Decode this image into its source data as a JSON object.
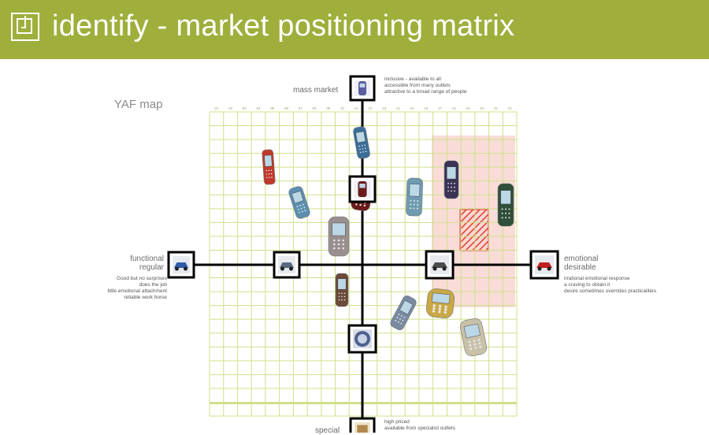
{
  "header": {
    "title": "identify - market positioning matrix",
    "background": "#a0ae3c",
    "logo_icon": "document-corner-icon"
  },
  "map": {
    "title": "YAF map",
    "grid_color": "#cfe08a",
    "highlight_color": "#f7c9c4",
    "column_labels": [
      "01",
      "02",
      "03",
      "04",
      "05",
      "06",
      "07",
      "08",
      "09",
      "10",
      "11",
      "12",
      "13",
      "14",
      "15",
      "16",
      "17",
      "18",
      "19",
      "20",
      "21",
      "22"
    ],
    "axes": {
      "top": {
        "label": "mass market",
        "description": [
          "inclusive - available to all",
          "accessible from many outlets",
          "attractive to a broad range of people"
        ]
      },
      "bottom": {
        "label": "special",
        "description": [
          "high priced",
          "available from specialist outlets"
        ]
      },
      "left": {
        "label": [
          "functional",
          "regular"
        ],
        "description": [
          "Good but no surprises",
          "does the job",
          "little emotional attachment",
          "reliable work horse"
        ]
      },
      "right": {
        "label": [
          "emotional",
          "desirable"
        ],
        "description": [
          "irrational emotional response",
          "a craving to obtain it",
          "desire sometimes overrides practicalities"
        ]
      }
    },
    "items": [
      {
        "name": "phone-red-slim",
        "icon": "mobile-phone-icon",
        "color": "#c0392b"
      },
      {
        "name": "phone-blue-candybar",
        "icon": "mobile-phone-icon",
        "color": "#5b8fb0"
      },
      {
        "name": "phone-blue-tilted",
        "icon": "mobile-phone-icon",
        "color": "#3c6e9a"
      },
      {
        "name": "phone-dark-red-flip",
        "icon": "mobile-phone-icon",
        "color": "#6b1b1b"
      },
      {
        "name": "phone-silver-round",
        "icon": "mobile-phone-icon",
        "color": "#9a8f8f"
      },
      {
        "name": "phone-blue-silver",
        "icon": "mobile-phone-icon",
        "color": "#6f9bb0"
      },
      {
        "name": "phone-purple-black",
        "icon": "mobile-phone-icon",
        "color": "#3a3355"
      },
      {
        "name": "phone-green-slider",
        "icon": "mobile-phone-icon",
        "color": "#2f4f3a"
      },
      {
        "name": "phone-brown-flip",
        "icon": "mobile-phone-icon",
        "color": "#6b4a3a"
      },
      {
        "name": "phone-silver-tilted",
        "icon": "mobile-phone-icon",
        "color": "#7a8aa0"
      },
      {
        "name": "phone-gold-luxury",
        "icon": "mobile-phone-icon",
        "color": "#c9a845"
      },
      {
        "name": "phone-jewelled",
        "icon": "mobile-phone-icon",
        "color": "#c8c0a8"
      }
    ],
    "anchors": [
      {
        "name": "mass-market-phone",
        "icon": "mobile-phone-icon",
        "color": "#5c5ca0"
      },
      {
        "name": "functional-car",
        "icon": "car-icon",
        "color": "#2d5da8"
      },
      {
        "name": "emotional-car",
        "icon": "car-icon",
        "color": "#c21f1f"
      },
      {
        "name": "regular-car",
        "icon": "car-icon",
        "color": "#5a6a80"
      },
      {
        "name": "desirable-car",
        "icon": "car-icon",
        "color": "#4a4a4a"
      },
      {
        "name": "center-phone",
        "icon": "mobile-phone-icon",
        "color": "#6b1b1b"
      },
      {
        "name": "special-watch",
        "icon": "watch-icon",
        "color": "#4f5f8f"
      },
      {
        "name": "special-item",
        "icon": "jewel-icon",
        "color": "#b08850"
      }
    ]
  }
}
